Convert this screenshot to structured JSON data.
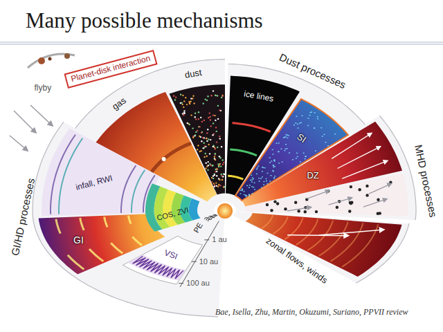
{
  "diagram": {
    "title": "Many possible mechanisms",
    "caption": "Bae, Isella, Zhu, Martin, Okuzumi, Suriano, PPVII review",
    "nodes": [
      {
        "text": [
          "Planet-disk interaction"
        ]
      }
    ],
    "labels": [
      "flyby",
      "gas",
      "dust",
      "Dust processes",
      "ice lines",
      "SI",
      "DZ",
      "MHD processes",
      "zonal flows, winds",
      "GI/HD processes",
      "infall, RWI",
      "GI",
      "COS, ZVI",
      "PE",
      "VSI",
      "1 au",
      "10 au",
      "100 au"
    ]
  }
}
